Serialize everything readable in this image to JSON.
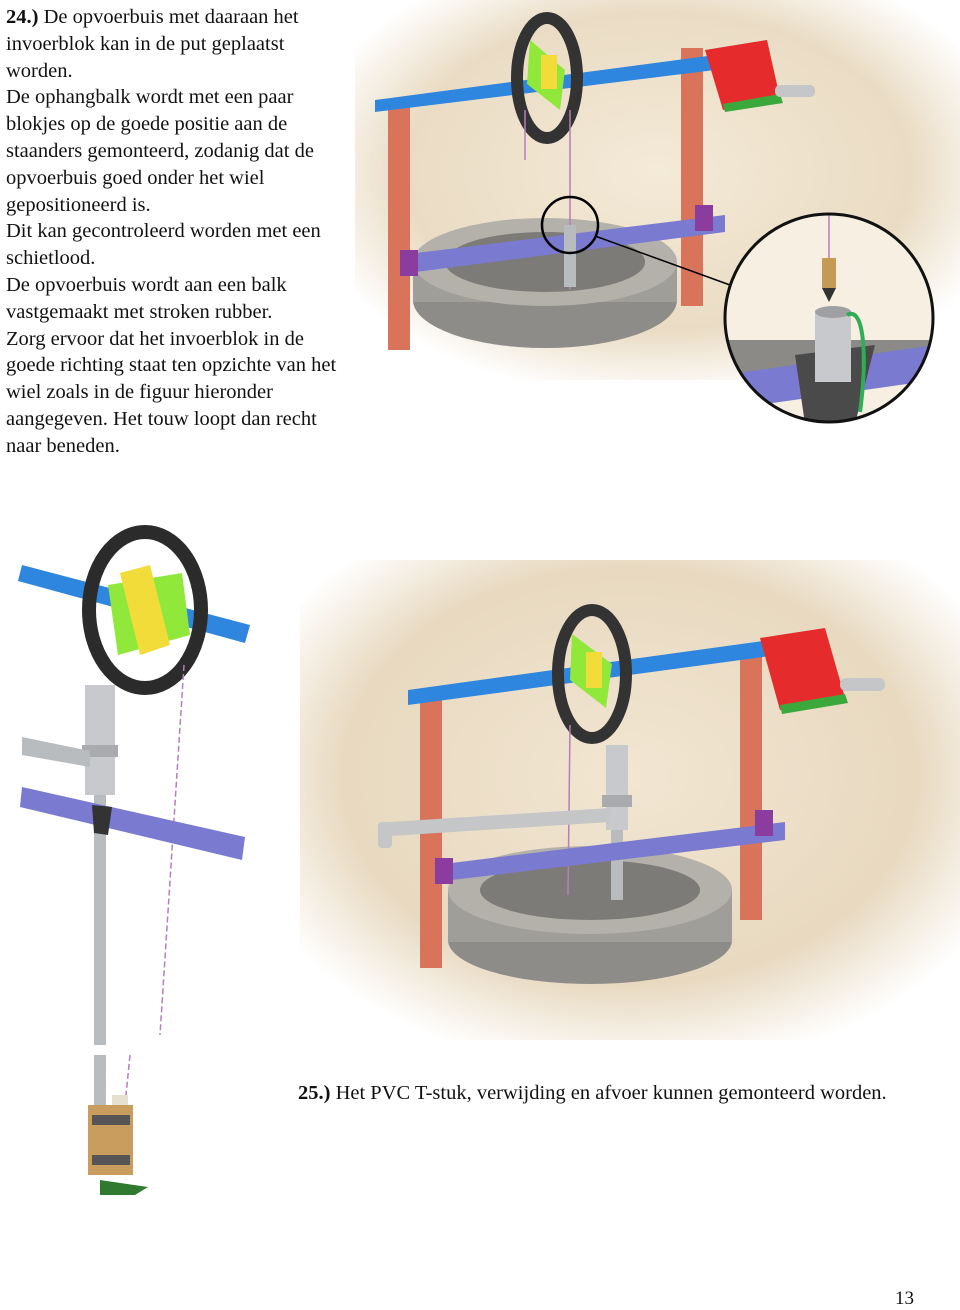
{
  "step24": {
    "number": "24.)",
    "paragraphs": [
      " De opvoerbuis met daaraan het invoerblok kan in de put geplaatst worden.",
      "De ophangbalk wordt met een paar blokjes op de goede positie aan de staanders gemonteerd, zodanig dat de opvoerbuis goed onder het wiel gepositioneerd is.",
      "Dit kan gecontroleerd worden met een schietlood.",
      "De opvoerbuis wordt aan een balk vastgemaakt met stroken rubber.",
      "Zorg ervoor dat het invoerblok in de goede richting staat ten opzichte van het wiel zoals in de figuur hieronder aangegeven. Het touw loopt dan recht naar beneden."
    ]
  },
  "step25": {
    "number": "25.)",
    "text": " Het PVC T-stuk, verwijding en afvoer kunnen gemonteerd worden."
  },
  "page_number": "13",
  "colors": {
    "sand": "#eadcc4",
    "post": "#d9735a",
    "beam_blue": "#2e86de",
    "beam_purple": "#7a7ad0",
    "wheel_green": "#8fe83a",
    "block_yellow": "#f2dc3a",
    "red_plate": "#e52b2b",
    "pipe_grey": "#b9bcbf",
    "concrete": "#9a9894"
  },
  "figures": {
    "top": {
      "icons": [
        "well-icon",
        "wheel-icon",
        "plumb-bob-icon",
        "magnifier-circle-icon"
      ]
    },
    "left": {
      "icons": [
        "wheel-icon",
        "pipe-icon",
        "inlet-block-icon"
      ]
    },
    "right": {
      "icons": [
        "well-icon",
        "wheel-icon",
        "t-pipe-icon"
      ]
    }
  }
}
